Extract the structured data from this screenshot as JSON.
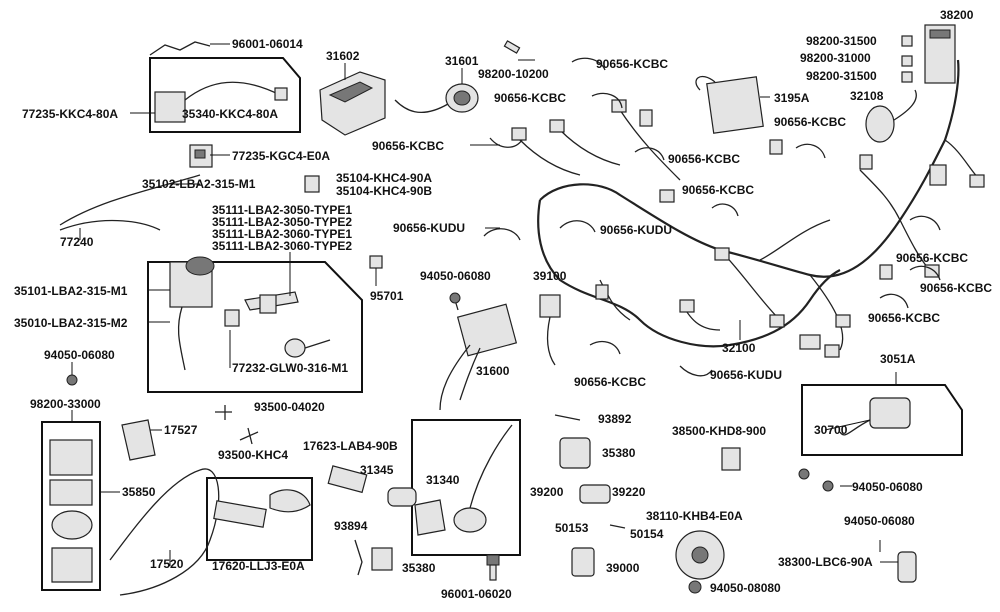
{
  "labels": {
    "p96001_06014": "96001-06014",
    "p77235_kkc4": "77235-KKC4-80A",
    "p35340": "35340-KKC4-80A",
    "p77235_kgc4": "77235-KGC4-E0A",
    "p35102": "35102-LBA2-315-M1",
    "p77240": "77240",
    "p31602": "31602",
    "p31601": "31601",
    "p98200_10200": "98200-10200",
    "p35104a": "35104-KHC4-90A",
    "p35104b": "35104-KHC4-90B",
    "p35111_a": "35111-LBA2-3050-TYPE1",
    "p35111_b": "35111-LBA2-3050-TYPE2",
    "p35111_c": "35111-LBA2-3060-TYPE1",
    "p35111_d": "35111-LBA2-3060-TYPE2",
    "p35101": "35101-LBA2-315-M1",
    "p35010": "35010-LBA2-315-M2",
    "p77232": "77232-GLW0-316-M1",
    "p95701": "95701",
    "p94050_06080_a": "94050-06080",
    "p98200_33000": "98200-33000",
    "p35850": "35850",
    "p17527": "17527",
    "p93500_04020": "93500-04020",
    "p93500_khc4": "93500-KHC4",
    "p17520": "17520",
    "p17620": "17620-LLJ3-E0A",
    "p17623": "17623-LAB4-90B",
    "p31345": "31345",
    "p31340": "31340",
    "p93894": "93894",
    "p35380_a": "35380",
    "p96001_06020": "96001-06020",
    "p94050_06080_b": "94050-06080",
    "p31600": "31600",
    "p39100": "39100",
    "p90656_kcbc_1": "90656-KCBC",
    "p90656_kcbc_2": "90656-KCBC",
    "p90656_kcbc_3": "90656-KCBC",
    "p90656_kcbc_4": "90656-KCBC",
    "p90656_kcbc_5": "90656-KCBC",
    "p90656_kcbc_6": "90656-KCBC",
    "p90656_kcbc_7": "90656-KCBC",
    "p90656_kcbc_8": "90656-KCBC",
    "p90656_kcbc_9": "90656-KCBC",
    "p90656_kcbc_10": "90656-KCBC",
    "p90656_kudu_1": "90656-KUDU",
    "p90656_kudu_2": "90656-KUDU",
    "p90656_kudu_3": "90656-KUDU",
    "p3195a": "3195A",
    "p32108": "32108",
    "p38200": "38200",
    "p98200_31500_a": "98200-31500",
    "p98200_31000": "98200-31000",
    "p98200_31500_b": "98200-31500",
    "p32100": "32100",
    "p3051a": "3051A",
    "p30700": "30700",
    "p38500": "38500-KHD8-900",
    "p94050_06080_c": "94050-06080",
    "p94050_06080_d": "94050-06080",
    "p38300": "38300-LBC6-90A",
    "p93892": "93892",
    "p35380_b": "35380",
    "p39200": "39200",
    "p39220": "39220",
    "p50153": "50153",
    "p50154": "50154",
    "p38110": "38110-KHB4-E0A",
    "p39000": "39000",
    "p94050_08080": "94050-08080"
  }
}
